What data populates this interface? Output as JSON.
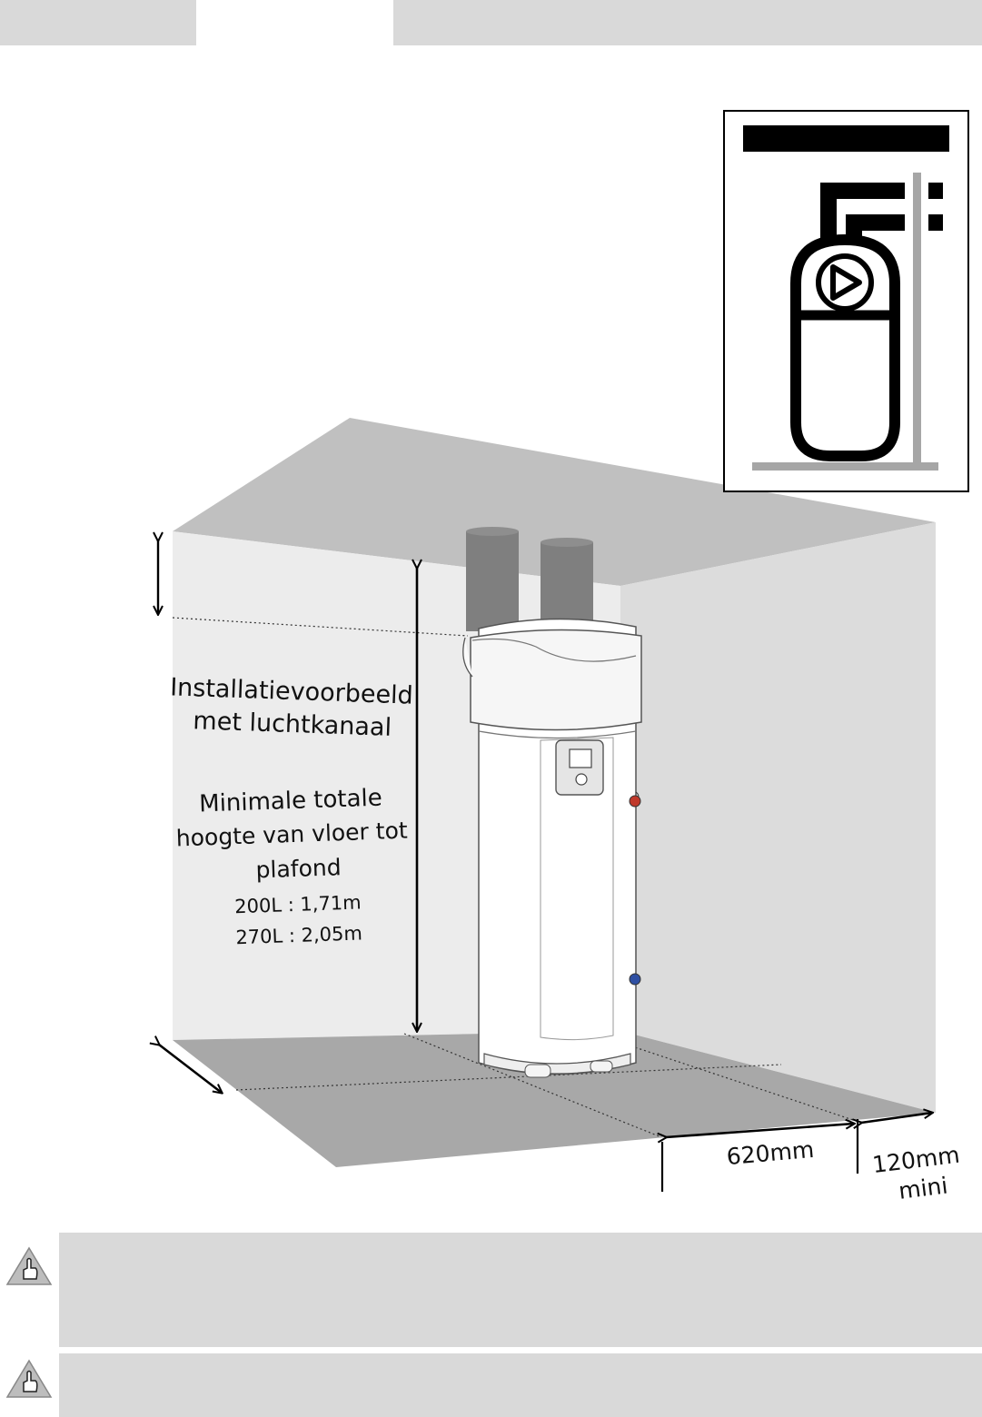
{
  "diagram": {
    "title_line1": "Installatievoorbeeld",
    "title_line2": "met luchtkanaal",
    "min_line1": "Minimale totale",
    "min_line2": "hoogte van vloer tot",
    "min_line3": "plafond",
    "height_200l": "200L : 1,71m",
    "height_270l": "270L : 2,05m",
    "dim_depth": "620mm",
    "dim_clearance_line1": "120mm",
    "dim_clearance_line2": "mini"
  },
  "icons": {
    "inset": "ducted-heat-pump-icon",
    "note": "pointing-hand-icon"
  },
  "colors": {
    "ceiling": "#c0c0c0",
    "wall_left": "#ececec",
    "wall_right": "#dcdcdc",
    "floor": "#a8a8a8",
    "duct": "#7f7f7f",
    "hot_pipe": "#c0392b",
    "cold_pipe": "#2e4fa3",
    "header_band": "#d9d9d9"
  }
}
